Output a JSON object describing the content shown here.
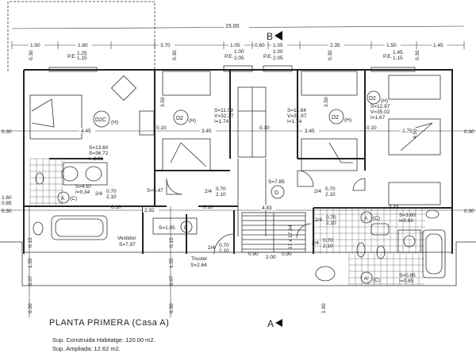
{
  "plan": {
    "title": "PLANTA PRIMERA (Casa A)",
    "area_built": "Sup. Construida Habitatge: 120.00 m2.",
    "area_extended": "Sup. Ampliada: 12.62 m2.",
    "section_b": "B",
    "section_a": "A"
  },
  "dimensions": {
    "total": "15.00",
    "top": [
      "1.50",
      "1.80",
      "3.70",
      "1.05",
      "0.60",
      "1.05",
      "2.35",
      "1.50",
      "1.45"
    ],
    "walls_top": [
      "0.30",
      "0.30",
      "0.30",
      "0.30"
    ],
    "horizontal_mid": [
      "0.30",
      "4.45",
      "0.10",
      "3.45",
      "0.10",
      "3.45",
      "0.10",
      "2.75",
      "0.30"
    ],
    "horizontal_low": [
      "0.30",
      "2.92",
      "0.10",
      "4.83",
      "0.10",
      "3.43",
      "0.30"
    ],
    "left_side": [
      "1.60",
      "0.85"
    ],
    "vertical": [
      "3.50",
      "3.50",
      "4.50",
      "1.90",
      "1.55",
      "1.55",
      "0.07",
      "0.07",
      "0.15",
      "0.15",
      "0.30",
      "0.30"
    ]
  },
  "windows": [
    {
      "label": "P.E.",
      "top": "1.25",
      "bottom": "1.15"
    },
    {
      "label": "P.E.",
      "top": "1.00",
      "bottom": "2.05"
    },
    {
      "label": "P.E.",
      "top": "1.00",
      "bottom": "2.05"
    },
    {
      "label": "P.E.",
      "top": "1.45",
      "bottom": "1.15"
    }
  ],
  "doors": [
    {
      "label": "2/4",
      "top": "0.70",
      "bottom": "2.10"
    },
    {
      "label": "2/4",
      "top": "0.70",
      "bottom": "2.10"
    },
    {
      "label": "2/4",
      "top": "0.70",
      "bottom": "2.10"
    },
    {
      "label": "2/4",
      "top": "0.70",
      "bottom": "2.10"
    },
    {
      "label": "2/4",
      "top": "0.70",
      "bottom": "2.10"
    },
    {
      "label": "2/4",
      "top": "0.70",
      "bottom": "2.10"
    }
  ],
  "rooms": [
    {
      "code": "D2C",
      "suffix": "(H)",
      "s": "S=13.60",
      "v": "S=36.72",
      "i": "I=2.01"
    },
    {
      "code": "D2",
      "suffix": "(H)",
      "s": "S=11.09",
      "v": "V=32.37",
      "i": "I=1.74"
    },
    {
      "code": "D2",
      "suffix": "(H)",
      "s": "S=11.84",
      "v": "V=31.97",
      "i": "I=1.74"
    },
    {
      "code": "D2",
      "suffix": "(H)",
      "s": "S=12.97",
      "v": "V=35.02",
      "i": "I=1.67"
    },
    {
      "code": "D",
      "s": "S=7.85"
    },
    {
      "code": "A",
      "suffix": "(C)",
      "s": "S=4.87",
      "i": "I=0.34"
    },
    {
      "code": "A",
      "suffix": "(C)",
      "s": "S=3.60",
      "i": "I=0.60"
    },
    {
      "code": "A",
      "suffix": "(C)",
      "s": "S=0.85",
      "i": "I=0.85"
    },
    {
      "code": "P",
      "s": "S=1.05"
    },
    {
      "name": "",
      "s": "S=5.47"
    },
    {
      "name": "Vestidor",
      "s": "S=7.97"
    },
    {
      "name": "Truster",
      "s": "S=2.64"
    }
  ],
  "stairs": {
    "width": "2.00",
    "w1": "0.90",
    "w2": "0.90",
    "h": "17 x 17.64"
  }
}
